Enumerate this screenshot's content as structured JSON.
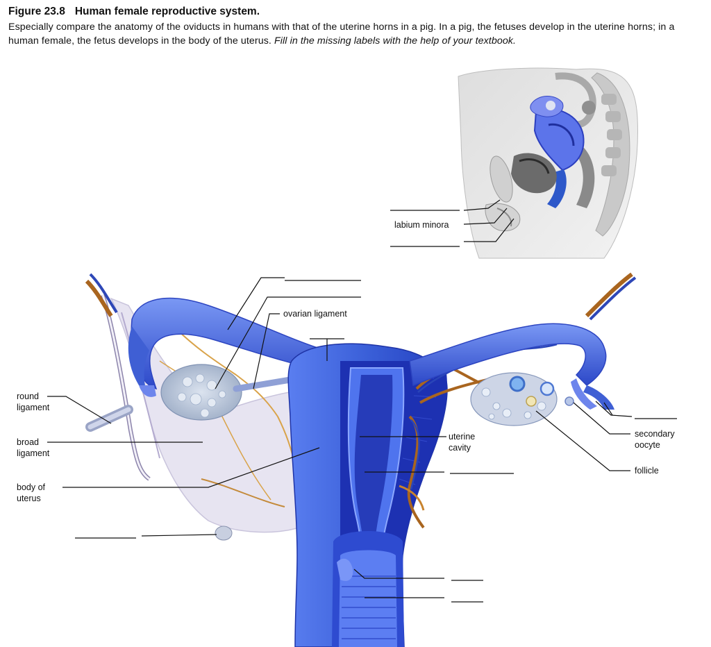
{
  "figure": {
    "number": "Figure 23.8",
    "title": "Human female reproductive system.",
    "description": "Especially compare the anatomy of the oviducts in humans with that of the uterine horns in a pig. In a pig, the fetuses develop in the uterine horns; in a human female, the fetus develops in the body of the uterus.",
    "instruction": "Fill in the missing labels with the help of your textbook."
  },
  "labels": {
    "labium_minora": "labium minora",
    "ovarian_ligament": "ovarian ligament",
    "round_ligament_1": "round",
    "round_ligament_2": "ligament",
    "broad_ligament_1": "broad",
    "broad_ligament_2": "ligament",
    "body_of_uterus_1": "body of",
    "body_of_uterus_2": "uterus",
    "uterine_cavity_1": "uterine",
    "uterine_cavity_2": "cavity",
    "secondary_oocyte_1": "secondary",
    "secondary_oocyte_2": "oocyte",
    "follicle": "follicle"
  },
  "colors": {
    "uterus_blue": "#3a5fd8",
    "deep_blue": "#1c2fae",
    "ligament_tissue": "#e8e6f2",
    "vessel_orange": "#c8832e",
    "ovary": "#b9c6d8"
  }
}
